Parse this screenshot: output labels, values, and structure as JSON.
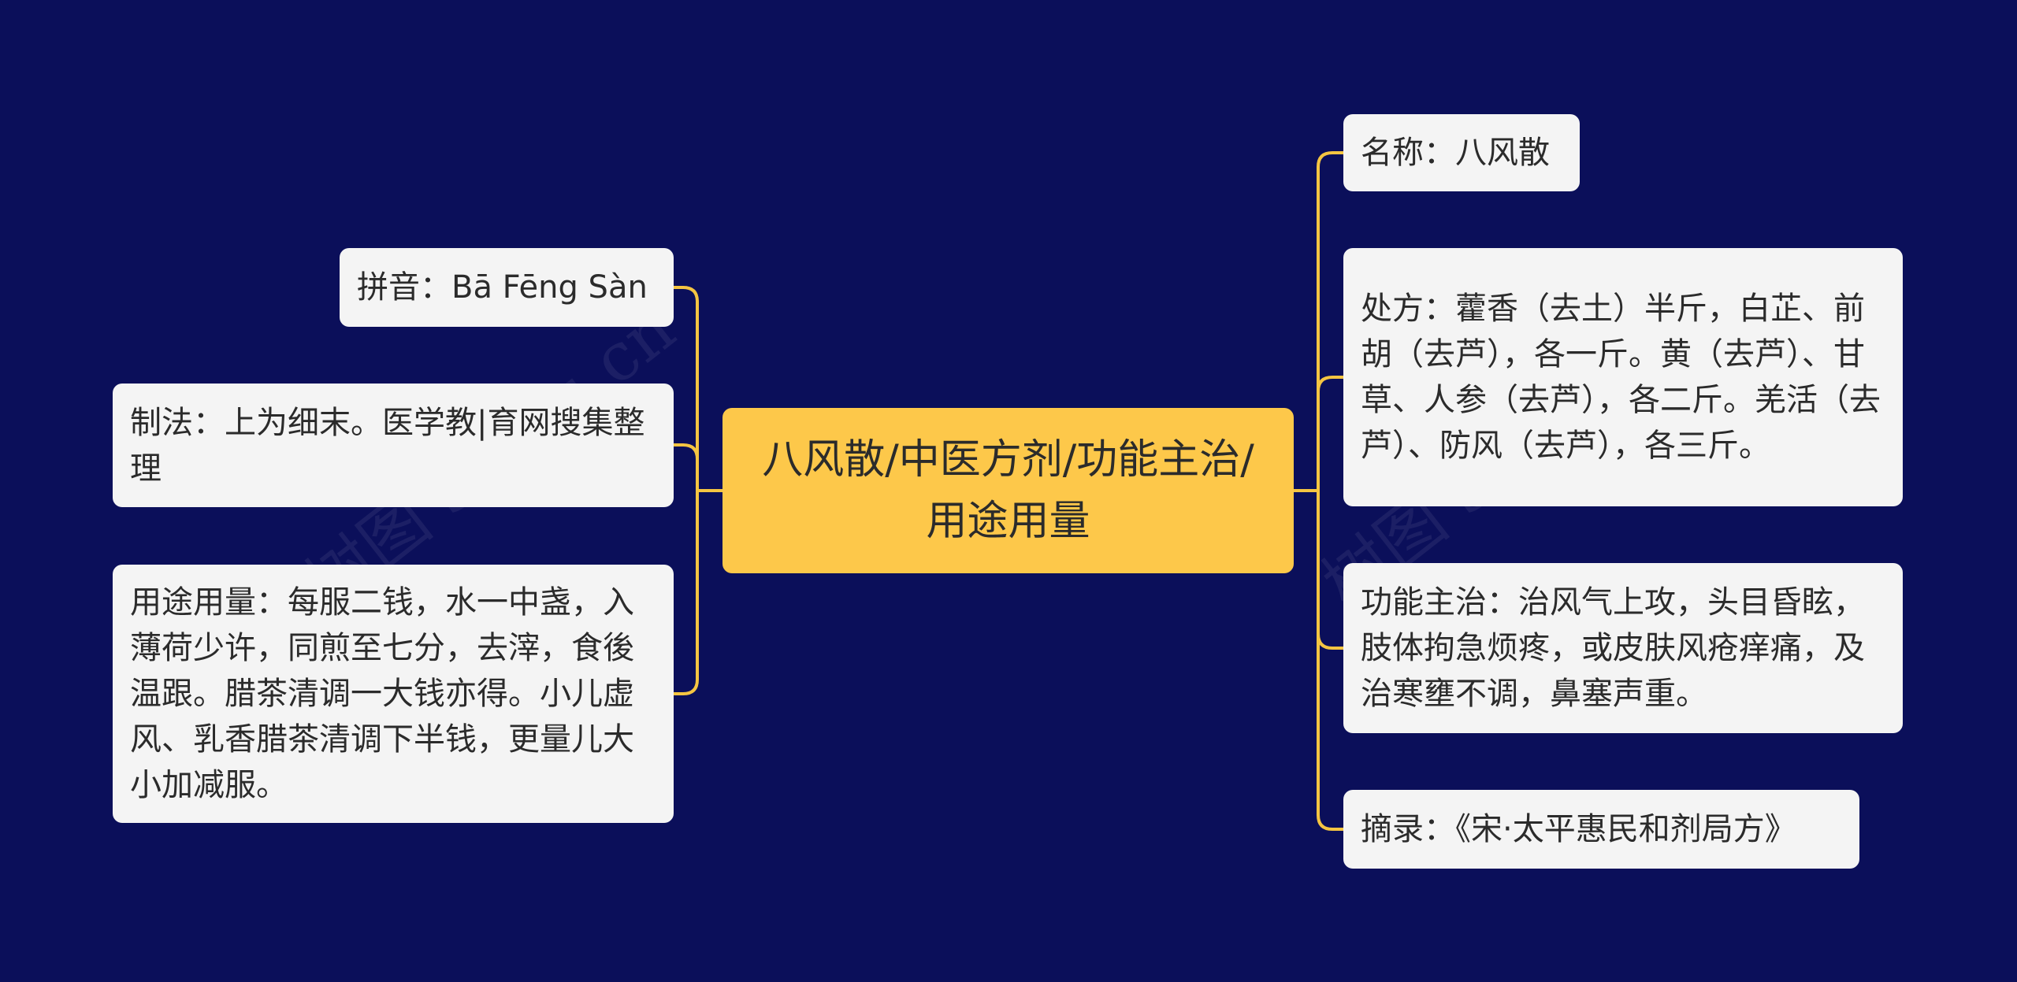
{
  "root": {
    "label": "八风散/中医方剂/功能主治/用途用量"
  },
  "left_nodes": [
    {
      "id": "pinyin",
      "text": "拼音：Bā Fēng Sàn"
    },
    {
      "id": "zhifa",
      "text": "制法：上为细末。医学教|育网搜集整理"
    },
    {
      "id": "yongtu",
      "text": "用途用量：每服二钱，水一中盏，入薄荷少许，同煎至七分，去滓，食後温跟。腊茶清调一大钱亦得。小儿虚风、乳香腊茶清调下半钱，更量儿大小加减服。"
    }
  ],
  "right_nodes": [
    {
      "id": "mingcheng",
      "text": "名称：八风散"
    },
    {
      "id": "chufang",
      "text": "处方：藿香（去土）半斤，白芷、前胡（去芦），各一斤。黄（去芦）、甘草、人参（去芦），各二斤。羌活（去芦）、防风（去芦），各三斤。"
    },
    {
      "id": "gongneng",
      "text": "功能主治：治风气上攻，头目昏眩，肢体拘急烦疼，或皮肤风疮痒痛，及治寒壅不调，鼻塞声重。"
    },
    {
      "id": "zhailu",
      "text": "摘录：《宋·太平惠民和剂局方》"
    }
  ],
  "watermarks": [
    "树图 shutu.cn",
    "树图 shutu.cn"
  ],
  "colors": {
    "background": "#0b0f5a",
    "connector": "#f5c542",
    "root_fill": "#fdc84a",
    "node_fill": "#f4f4f4"
  }
}
